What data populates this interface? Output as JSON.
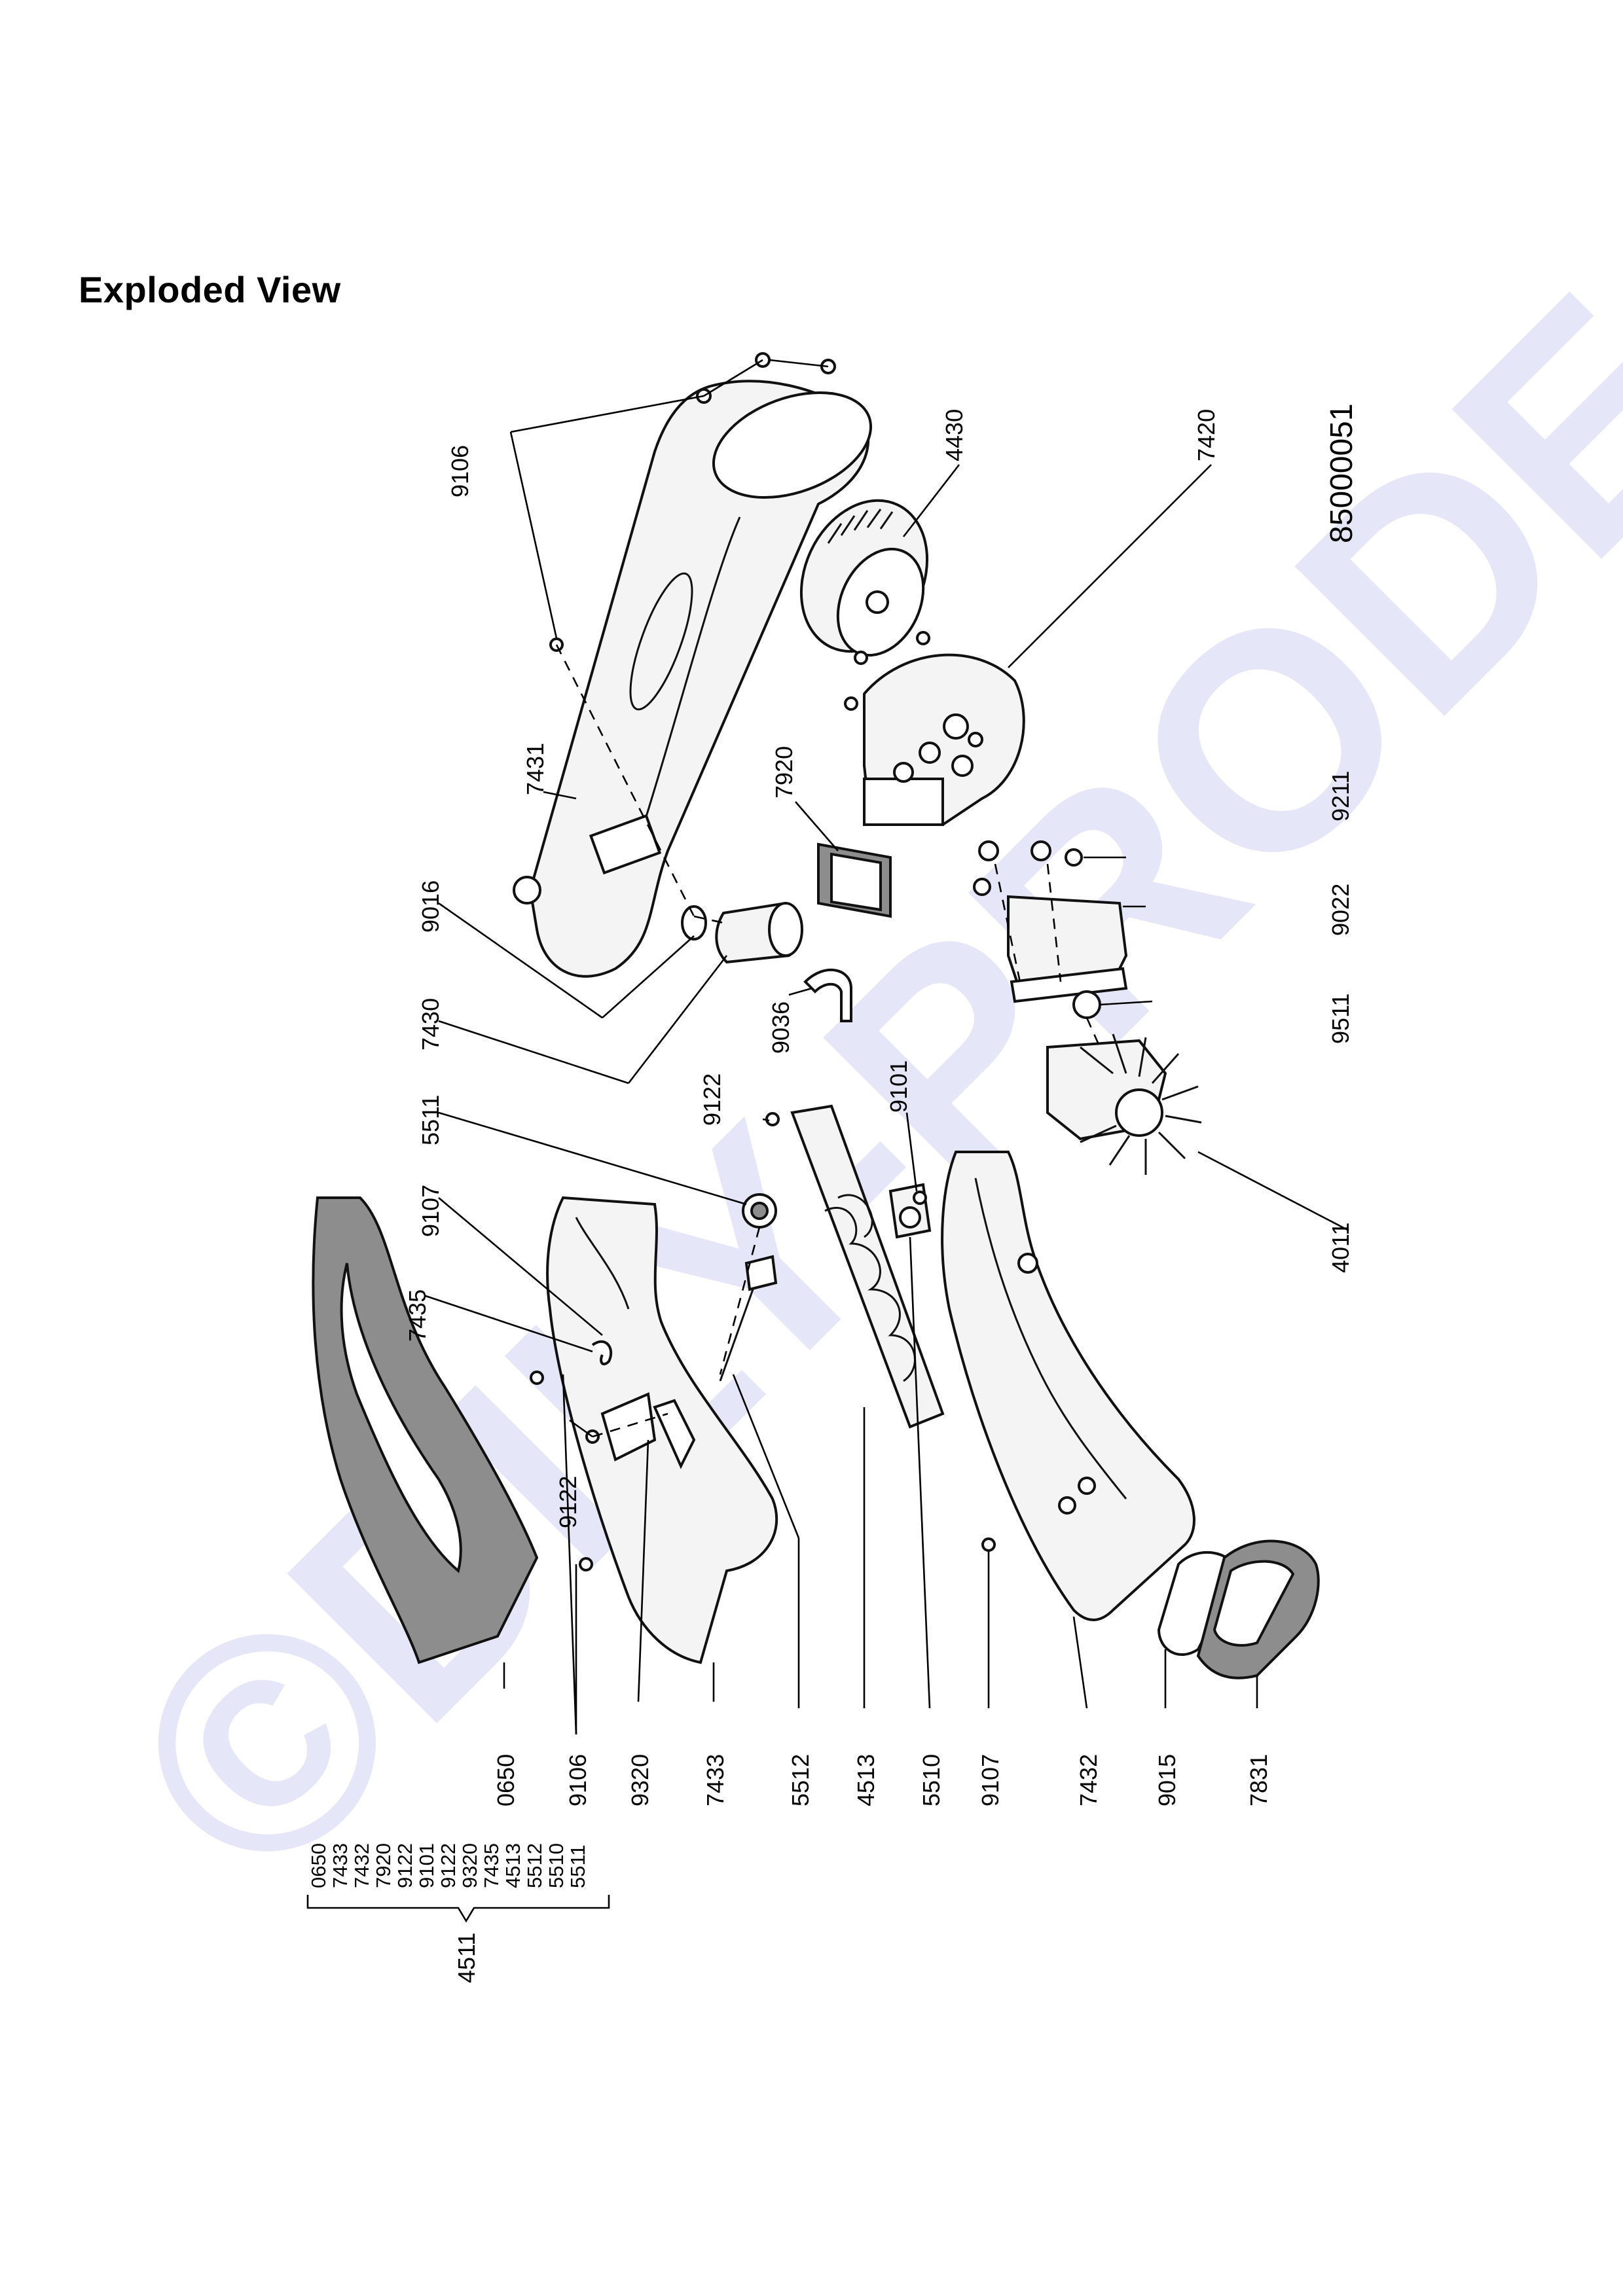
{
  "title": "Exploded View",
  "drawing_number": "85000051",
  "watermark": "©DILY-PRODEJ.cz",
  "callouts": {
    "c9106a": "9106",
    "c4430": "4430",
    "c7420": "7420",
    "c7431": "7431",
    "c7920": "7920",
    "c9211": "9211",
    "c9016": "9016",
    "c9022": "9022",
    "c7430": "7430",
    "c9036": "9036",
    "c9511": "9511",
    "c5511": "5511",
    "c9122a": "9122",
    "c9101": "9101",
    "c9107a": "9107",
    "c4011": "4011",
    "c7435": "7435",
    "c9122b": "9122",
    "c0650": "0650",
    "c9106b": "9106",
    "c9320": "9320",
    "c7433": "7433",
    "c5512": "5512",
    "c4513": "4513",
    "c5510": "5510",
    "c9107b": "9107",
    "c7432": "7432",
    "c9015": "9015",
    "c7831": "7831"
  },
  "kit": {
    "code": "4511",
    "items": [
      "0650",
      "7433",
      "7432",
      "7920",
      "9122",
      "9101",
      "9122",
      "9320",
      "7435",
      "4513",
      "5512",
      "5510",
      "5511"
    ]
  }
}
